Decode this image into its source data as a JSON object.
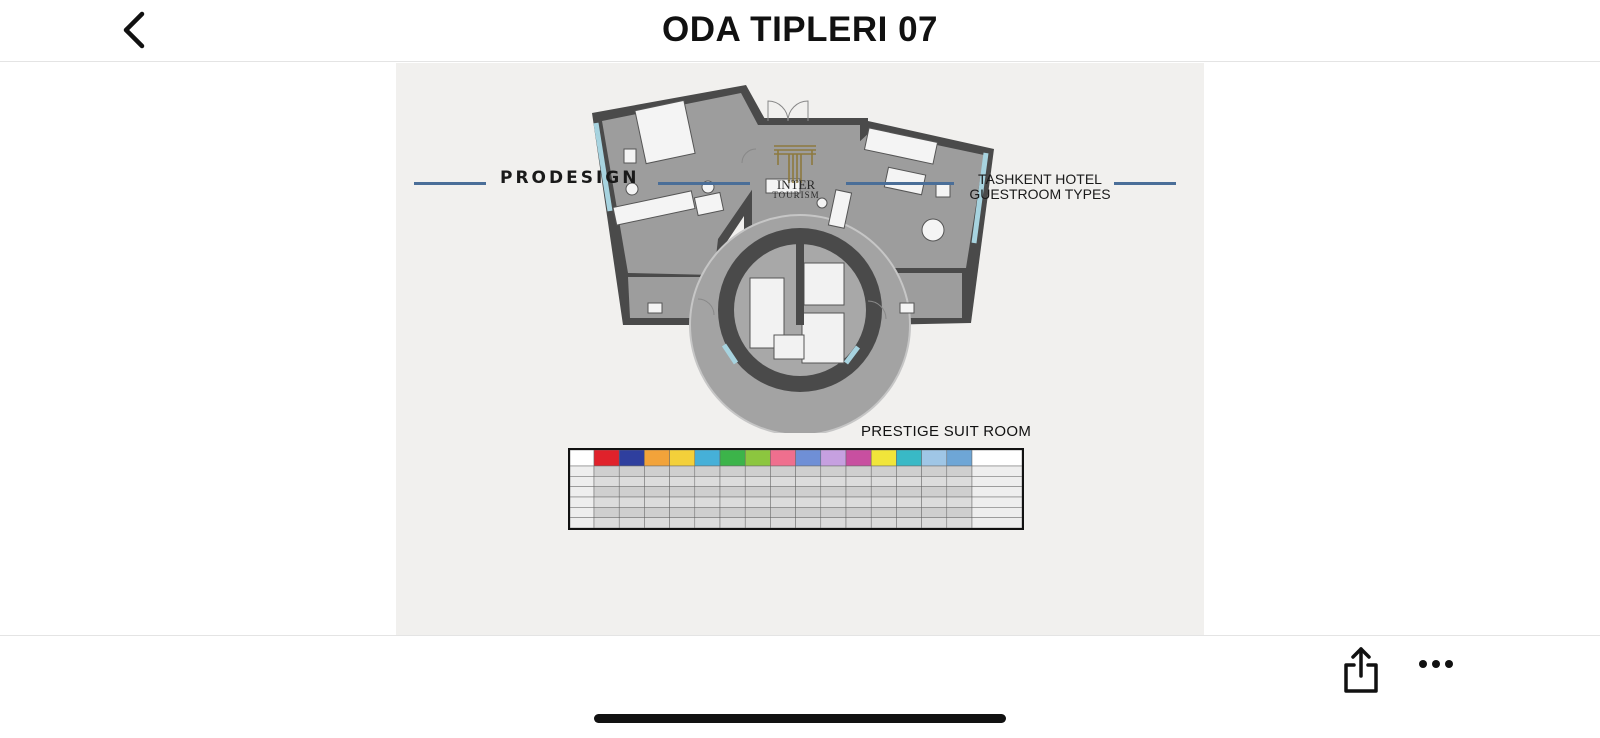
{
  "header": {
    "title": "ODA TIPLERI 07",
    "back_icon": "chevron-left-icon"
  },
  "drawing": {
    "room_label": "PRESTIGE SUIT ROOM",
    "brand_left": "PRODESIGN",
    "logo_line1": "INTER",
    "logo_line2": "TOURISM",
    "hotel_line1": "TASHKENT HOTEL",
    "hotel_line2": "GUESTROOM TYPES",
    "table_col_colors": [
      "#e0222b",
      "#2f3f9e",
      "#f2a33a",
      "#f3d03a",
      "#46b0d8",
      "#3cb44a",
      "#8cc63f",
      "#ef6f8e",
      "#6f8fd6",
      "#c6a0e0",
      "#c84fa0",
      "#f1e53a",
      "#39b9c6",
      "#9fc6e6",
      "#6ea6d6"
    ],
    "accent_rule_color": "#4a6e98"
  },
  "toolbar": {
    "share_icon": "share-icon",
    "more_icon": "more-icon"
  }
}
